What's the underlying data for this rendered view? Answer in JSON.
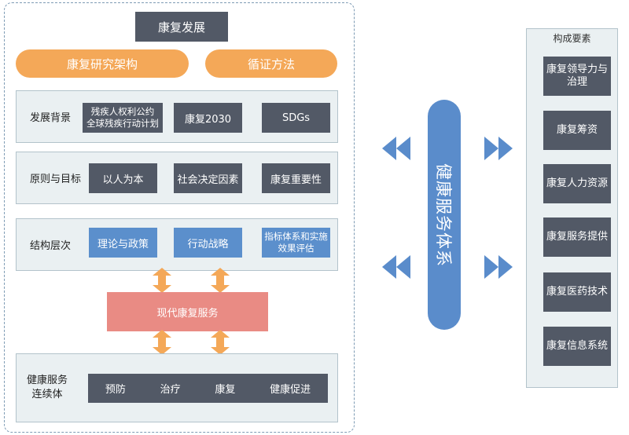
{
  "title": "康复发展",
  "pills": {
    "left": "康复研究架构",
    "right": "循证方法"
  },
  "rows": {
    "background": {
      "label": "发展背景",
      "items": [
        "残疾人权利公约\n全球残疾行动计划",
        "康复2030",
        "SDGs"
      ]
    },
    "principles": {
      "label": "原则与目标",
      "items": [
        "以人为本",
        "社会决定因素",
        "康复重要性"
      ]
    },
    "structure": {
      "label": "结构层次",
      "items": [
        "理论与政策",
        "行动战略",
        "指标体系和实施\n效果评估"
      ]
    },
    "continuum": {
      "label": "健康服务\n连续体",
      "items": [
        "预防",
        "治疗",
        "康复",
        "健康促进"
      ]
    }
  },
  "modern_service": "现代康复服务",
  "center_label": "健康服务体系",
  "components": {
    "title": "构成要素",
    "items": [
      "康复领导力与\n治理",
      "康复筹资",
      "康复人力资源",
      "康复服务提供",
      "康复医药技术",
      "康复信息系统"
    ]
  },
  "colors": {
    "dark_box": "#525966",
    "blue_box": "#5b8fcc",
    "orange": "#f4a858",
    "pink": "#e98b84",
    "panel": "#eaf0f2"
  }
}
